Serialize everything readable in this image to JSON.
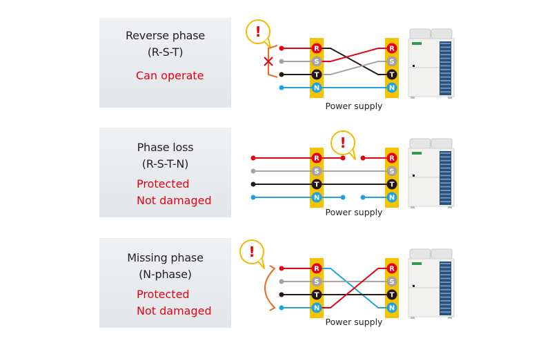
{
  "colors": {
    "R": "#e60012",
    "S": "#a3a3a3",
    "T": "#231815",
    "N": "#1fa3e0",
    "terminal_block": "#f7c300",
    "bubble": "#f5b800",
    "alert_mark": "#e60012",
    "fault_accent": "#ed6b20",
    "status_text": "#e60012",
    "title_text": "#231f20"
  },
  "phases": [
    "R",
    "S",
    "T",
    "N"
  ],
  "scenarios": [
    {
      "id": "reverse-phase",
      "title_line1": "Reverse phase",
      "title_line2": "(R-S-T)",
      "status_lines": [
        "Can operate"
      ],
      "power_supply_label": "Power supply",
      "alert_icon": "exclamation-bubble-icon",
      "fault_icon": "cross-mark-icon",
      "wiring": [
        {
          "from": "R",
          "to": "T"
        },
        {
          "from": "S",
          "to": "R"
        },
        {
          "from": "T",
          "to": "S"
        },
        {
          "from": "N",
          "to": "N"
        }
      ]
    },
    {
      "id": "phase-loss",
      "title_line1": "Phase loss",
      "title_line2": "(R-S-T-N)",
      "status_lines": [
        "Protected",
        "Not damaged"
      ],
      "power_supply_label": "Power supply",
      "alert_icon": "exclamation-bubble-icon",
      "broken_lines": [
        "R",
        "N"
      ],
      "wiring": [
        {
          "from": "R",
          "to": "R"
        },
        {
          "from": "S",
          "to": "S"
        },
        {
          "from": "T",
          "to": "T"
        },
        {
          "from": "N",
          "to": "N"
        }
      ]
    },
    {
      "id": "missing-phase",
      "title_line1": "Missing phase",
      "title_line2": "(N-phase)",
      "status_lines": [
        "Protected",
        "Not damaged"
      ],
      "power_supply_label": "Power supply",
      "alert_icon": "exclamation-bubble-icon",
      "fault_icon": "swap-arrow-icon",
      "wiring": [
        {
          "from": "R",
          "to": "N"
        },
        {
          "from": "S",
          "to": "S"
        },
        {
          "from": "T",
          "to": "T"
        },
        {
          "from": "N",
          "to": "R"
        }
      ]
    }
  ],
  "alert_symbol": "!",
  "outdoor_unit": {
    "icon": "outdoor-unit-icon"
  }
}
